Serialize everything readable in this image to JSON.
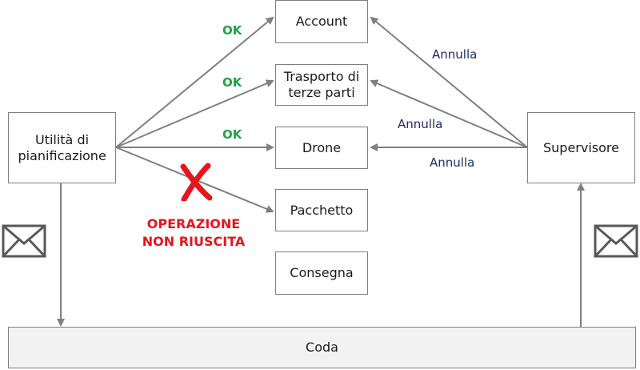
{
  "colors": {
    "ok": "#1fa24a",
    "cancel": "#1f2a6b",
    "failed": "#e8141c",
    "arrow": "#7f7f7f",
    "envelope": "#595959"
  },
  "nodes": {
    "scheduler": "Utilità di pianificazione",
    "supervisor": "Supervisore",
    "account": "Account",
    "third_party": "Trasporto di terze parti",
    "drone": "Drone",
    "package": "Pacchetto",
    "delivery": "Consegna",
    "queue": "Coda"
  },
  "edges": {
    "ok_label": "OK",
    "cancel_label": "Annulla",
    "failed_label_line1": "OPERAZIONE",
    "failed_label_line2": "NON RIUSCITA"
  },
  "icons": {
    "failed_mark": "x-mark-icon",
    "message_left": "envelope-icon",
    "message_right": "envelope-icon"
  }
}
